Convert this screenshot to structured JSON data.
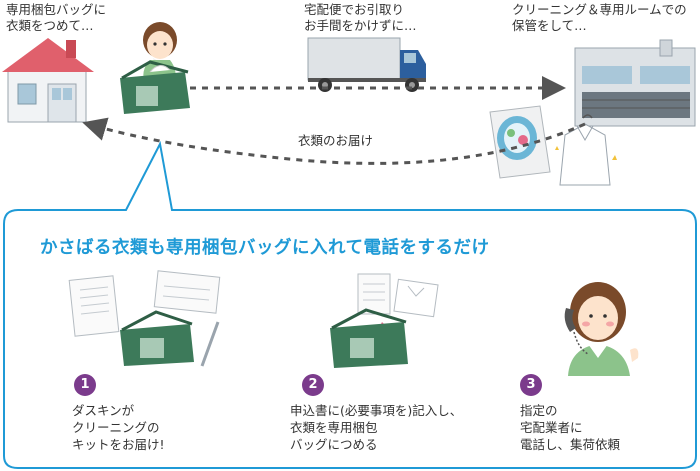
{
  "labels": {
    "bag_line1": "専用梱包バッグに",
    "bag_line2": "衣類をつめて…",
    "delivery_line1": "宅配便でお引取り",
    "delivery_line2": "お手間をかけずに…",
    "storage_line1": "クリーニング＆専用ルームでの",
    "storage_line2": "保管をして…",
    "return": "衣類のお届け"
  },
  "headline": "かさばる衣類も専用梱包バッグに入れて電話をするだけ",
  "steps": [
    {
      "number": "1",
      "line1": "ダスキンが",
      "line2": "クリーニングの",
      "line3": "キットをお届け!"
    },
    {
      "number": "2",
      "line1": "申込書に(必要事項を)記入し、",
      "line2": "衣類を専用梱包",
      "line3": "バッグにつめる"
    },
    {
      "number": "3",
      "line1": "指定の",
      "line2": "宅配業者に",
      "line3": "電話し、集荷依頼"
    }
  ],
  "colors": {
    "accent_blue": "#1f9ad6",
    "step_purple": "#7b3b8c",
    "bag_green": "#3d7a5a",
    "arrow_gray": "#555555"
  }
}
